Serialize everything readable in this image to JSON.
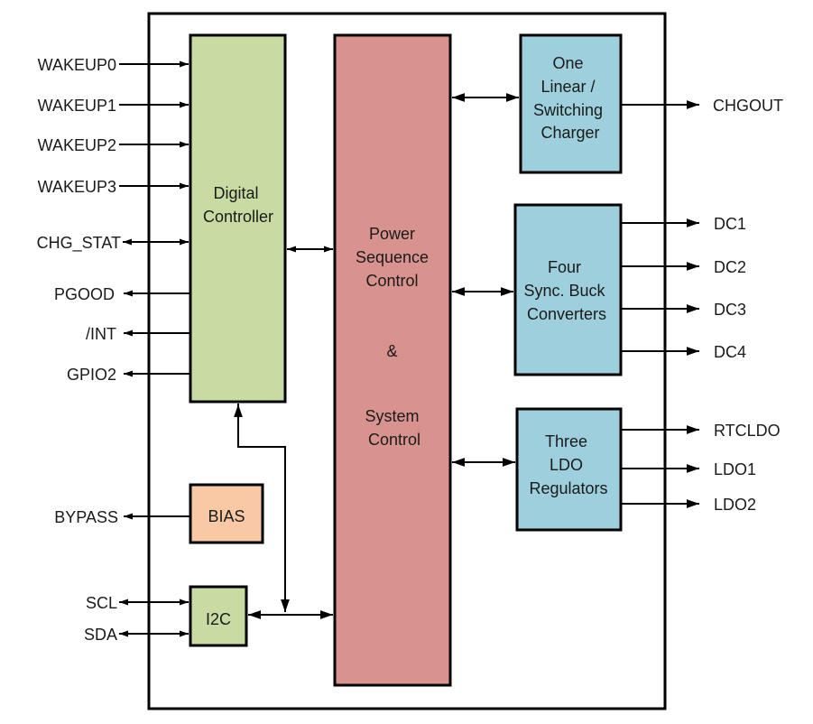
{
  "colors": {
    "controller": "#c8dba2",
    "power": "#d9938f",
    "charger": "#9dd0dc",
    "bias": "#f8c9a4",
    "i2c": "#c8dba2",
    "outline": "#000000"
  },
  "blocks": {
    "digital_controller": [
      "Digital",
      "Controller"
    ],
    "power_sequence": [
      "Power",
      "Sequence",
      "Control",
      "&",
      "System",
      "Control"
    ],
    "charger": [
      "One",
      "Linear /",
      "Switching",
      "Charger"
    ],
    "buck": [
      "Four",
      "Sync. Buck",
      "Converters"
    ],
    "ldo": [
      "Three",
      "LDO",
      "Regulators"
    ],
    "bias": "BIAS",
    "i2c": "I2C"
  },
  "pins": {
    "wakeup0": "WAKEUP0",
    "wakeup1": "WAKEUP1",
    "wakeup2": "WAKEUP2",
    "wakeup3": "WAKEUP3",
    "chg_stat": "CHG_STAT",
    "pgood": "PGOOD",
    "int": "/INT",
    "gpio2": "GPIO2",
    "bypass": "BYPASS",
    "scl": "SCL",
    "sda": "SDA",
    "chgout": "CHGOUT",
    "dc1": "DC1",
    "dc2": "DC2",
    "dc3": "DC3",
    "dc4": "DC4",
    "rtcldo": "RTCLDO",
    "ldo1": "LDO1",
    "ldo2": "LDO2"
  }
}
